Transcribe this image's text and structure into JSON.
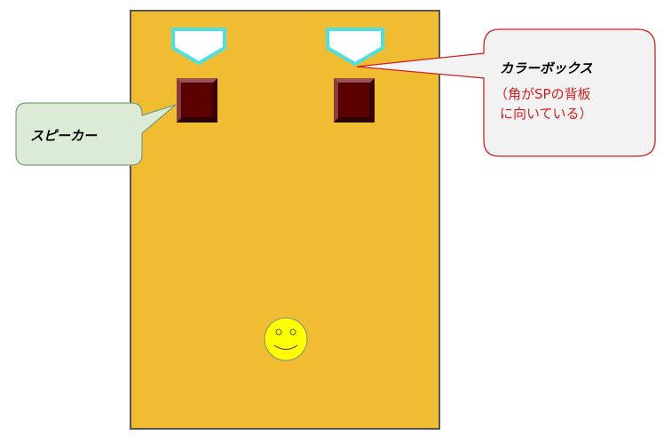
{
  "labels": {
    "speaker": "スピーカー",
    "color_box": "カラーボックス",
    "color_box_note_line1": "（角がSPの背板",
    "color_box_note_line2": "に向いている）"
  },
  "colors": {
    "room_fill": "#f0bd32",
    "speaker_fill": "#5c0000",
    "color_box_outline": "#4ee0e0",
    "speaker_callout_fill": "#dcebd6",
    "color_box_callout_fill": "#f2f2f2",
    "color_box_callout_border": "#d02020",
    "face_fill": "#ffff00"
  },
  "icons": {
    "listener": "smiley-face-icon"
  }
}
